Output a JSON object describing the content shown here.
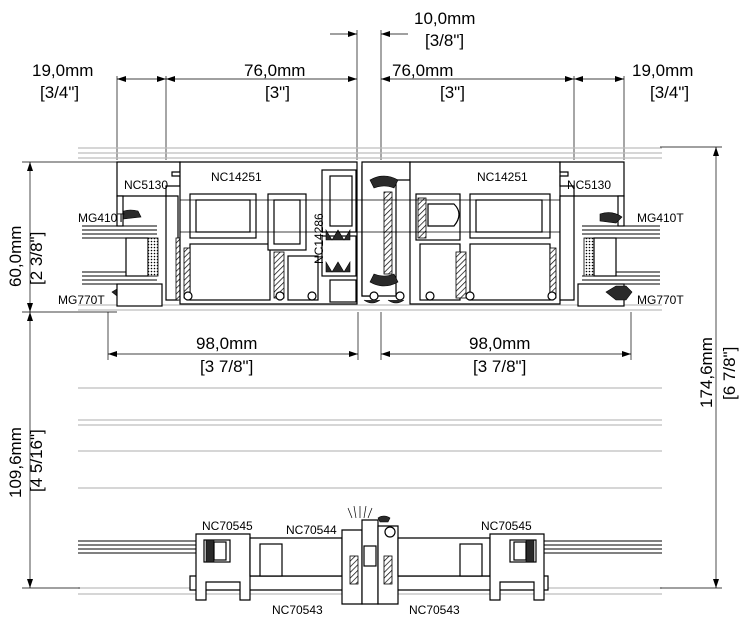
{
  "dimensions": {
    "top_gap": {
      "metric": "10,0mm",
      "imperial": "[3/8\"]"
    },
    "left_outer": {
      "metric": "19,0mm",
      "imperial": "[3/4\"]"
    },
    "left_inner": {
      "metric": "76,0mm",
      "imperial": "[3\"]"
    },
    "right_inner": {
      "metric": "76,0mm",
      "imperial": "[3\"]"
    },
    "right_outer": {
      "metric": "19,0mm",
      "imperial": "[3/4\"]"
    },
    "left_height": {
      "metric": "60,0mm",
      "imperial": "[2 3/8\"]"
    },
    "left_lower_height": {
      "metric": "109,6mm",
      "imperial": "[4 5/16\"]"
    },
    "right_height": {
      "metric": "174,6mm",
      "imperial": "[6 7/8\"]"
    },
    "left_width": {
      "metric": "98,0mm",
      "imperial": "[3 7/8\"]"
    },
    "right_width": {
      "metric": "98,0mm",
      "imperial": "[3 7/8\"]"
    }
  },
  "part_codes": {
    "nc5130_left": "NC5130",
    "nc14251_left": "NC14251",
    "nc14286": "NC14286",
    "nc14251_right": "NC14251",
    "nc5130_right": "NC5130",
    "mg410t_left": "MG410T",
    "mg410t_right": "MG410T",
    "mg770t_left": "MG770T",
    "mg770t_right": "MG770T",
    "nc70545_left": "NC70545",
    "nc70544": "NC70544",
    "nc70545_right": "NC70545",
    "nc70543_left": "NC70543",
    "nc70543_right": "NC70543"
  }
}
